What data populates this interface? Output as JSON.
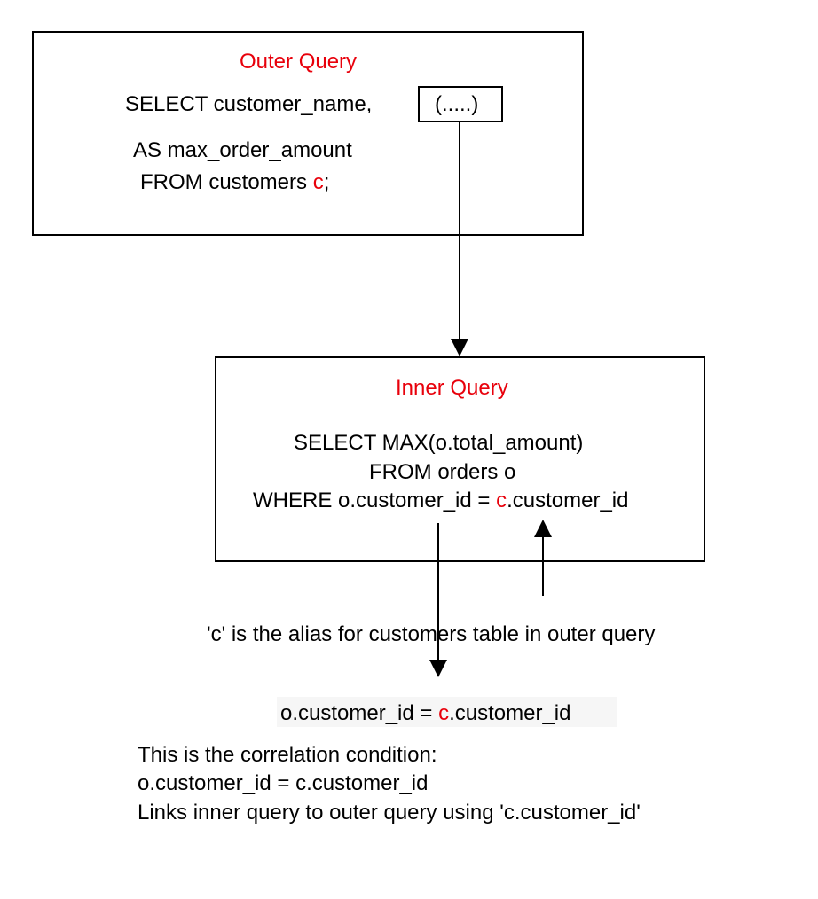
{
  "outer_query": {
    "title": "Outer Query",
    "line1": "SELECT customer_name,",
    "placeholder": "(.....)",
    "line2": "AS max_order_amount",
    "line3_prefix": "FROM customers ",
    "line3_alias": "c",
    "line3_suffix": ";"
  },
  "inner_query": {
    "title": "Inner Query",
    "line1": "SELECT MAX(o.total_amount)",
    "line2": "FROM orders o",
    "line3_prefix": "WHERE o.customer_id = ",
    "line3_alias": "c",
    "line3_suffix": ".customer_id"
  },
  "alias_note": "'c' is the alias for customers table in outer query",
  "condition": {
    "prefix": "o.customer_id = ",
    "alias": "c",
    "suffix": ".customer_id"
  },
  "explanation": {
    "line1": "This is the correlation condition:",
    "line2": "o.customer_id = c.customer_id",
    "line3": "Links inner query to outer query using 'c.customer_id'"
  },
  "colors": {
    "accent_red": "#e8000b",
    "line": "#000000"
  }
}
